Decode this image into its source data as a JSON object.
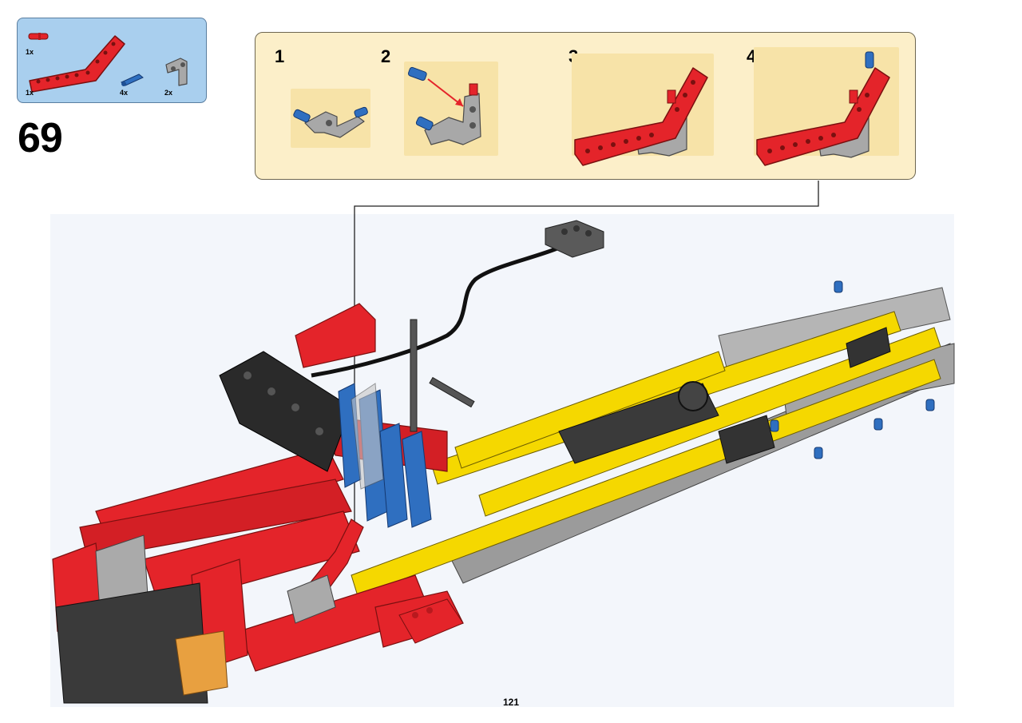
{
  "parts_callout": {
    "items": [
      {
        "qty": "1x",
        "part": "red-axle-pin-icon"
      },
      {
        "qty": "1x",
        "part": "red-bent-beam-icon"
      },
      {
        "qty": "4x",
        "part": "blue-axle-pin-icon"
      },
      {
        "qty": "2x",
        "part": "grey-angle-connector-icon"
      }
    ]
  },
  "step": {
    "number": "69"
  },
  "substeps": [
    {
      "number": "1"
    },
    {
      "number": "2"
    },
    {
      "number": "3"
    },
    {
      "number": "4"
    }
  ],
  "colors": {
    "parts_bg": "#a9cfee",
    "substeps_bg": "#fcefc9",
    "red": "#e4242a",
    "yellow": "#f5d800",
    "blue": "#2f6fc0",
    "grey": "#a8a8a8",
    "dark": "#333333"
  },
  "page": {
    "number": "121"
  }
}
